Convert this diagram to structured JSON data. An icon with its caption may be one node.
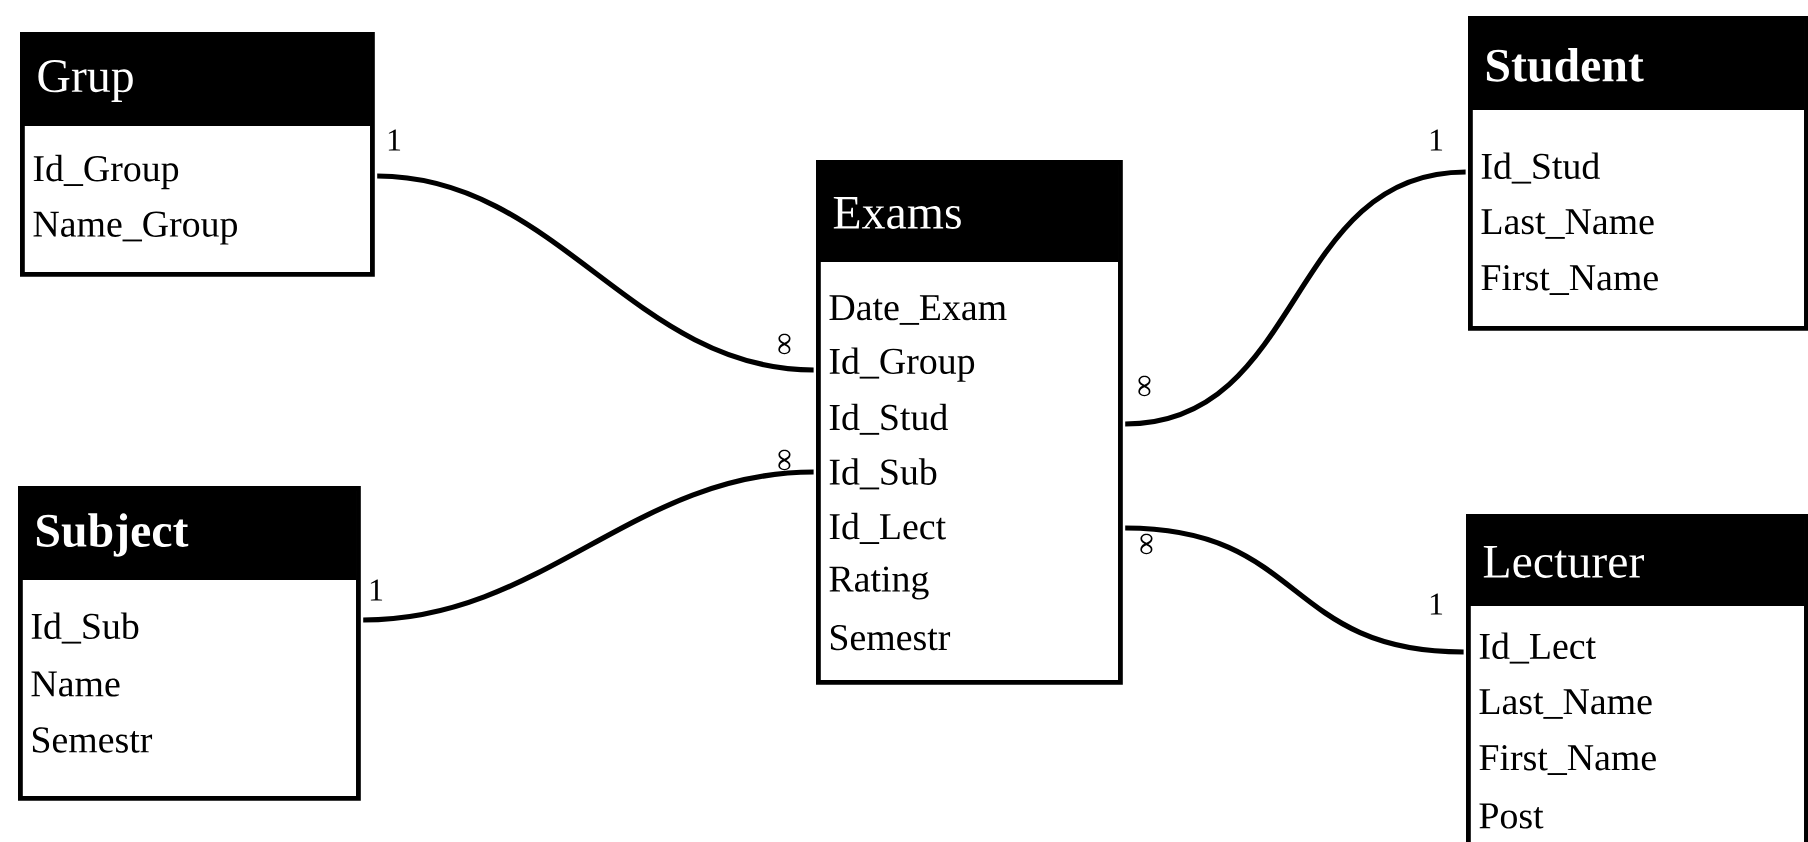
{
  "diagram": {
    "nodes": [
      {
        "text": [
          "Grup",
          "Id_Group",
          "Name_Group"
        ]
      },
      {
        "text": [
          "Student",
          "Id_Stud",
          "Last_Name",
          "First_Name"
        ]
      },
      {
        "text": [
          "Exams",
          "Date_Exam",
          "Id_Group",
          "Id_Stud",
          "Id_Sub",
          "Id_Lect",
          "Rating",
          "Semestr"
        ]
      },
      {
        "text": [
          "Subject",
          "Id_Sub",
          "Name",
          "Semestr"
        ]
      },
      {
        "text": [
          "Lecturer",
          "Id_Lect",
          "Last_Name",
          "First_Name",
          "Post"
        ]
      }
    ],
    "edges": [
      {
        "from": 0,
        "to": 2,
        "arrow": "none"
      },
      {
        "from": 2,
        "to": 1,
        "arrow": "none"
      },
      {
        "from": 3,
        "to": 2,
        "arrow": "none"
      },
      {
        "from": 2,
        "to": 4,
        "arrow": "none"
      }
    ],
    "labels": [
      "1",
      "1",
      "∞",
      "∞",
      "∞",
      "∞",
      "1",
      "1"
    ]
  }
}
